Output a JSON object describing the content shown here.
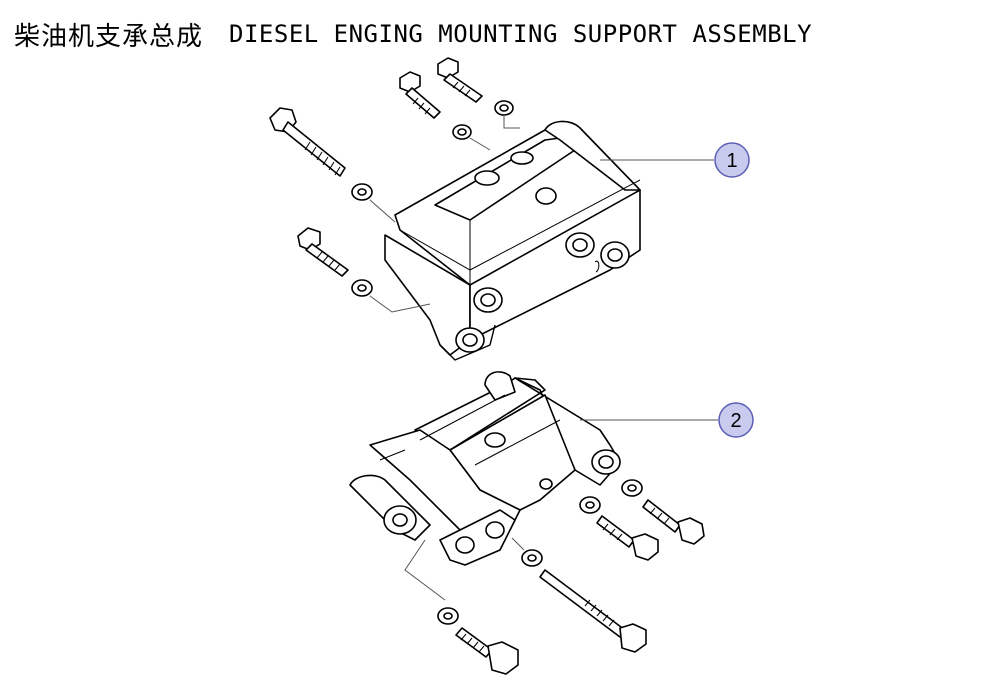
{
  "title": {
    "zh": "柴油机支承总成",
    "en": "DIESEL ENGING MOUNTING SUPPORT ASSEMBLY"
  },
  "callouts": [
    {
      "label": "1"
    },
    {
      "label": "2"
    }
  ],
  "colors": {
    "callout_fill": "#c9cbee",
    "callout_stroke": "#5a5fb5",
    "line": "#000000"
  }
}
